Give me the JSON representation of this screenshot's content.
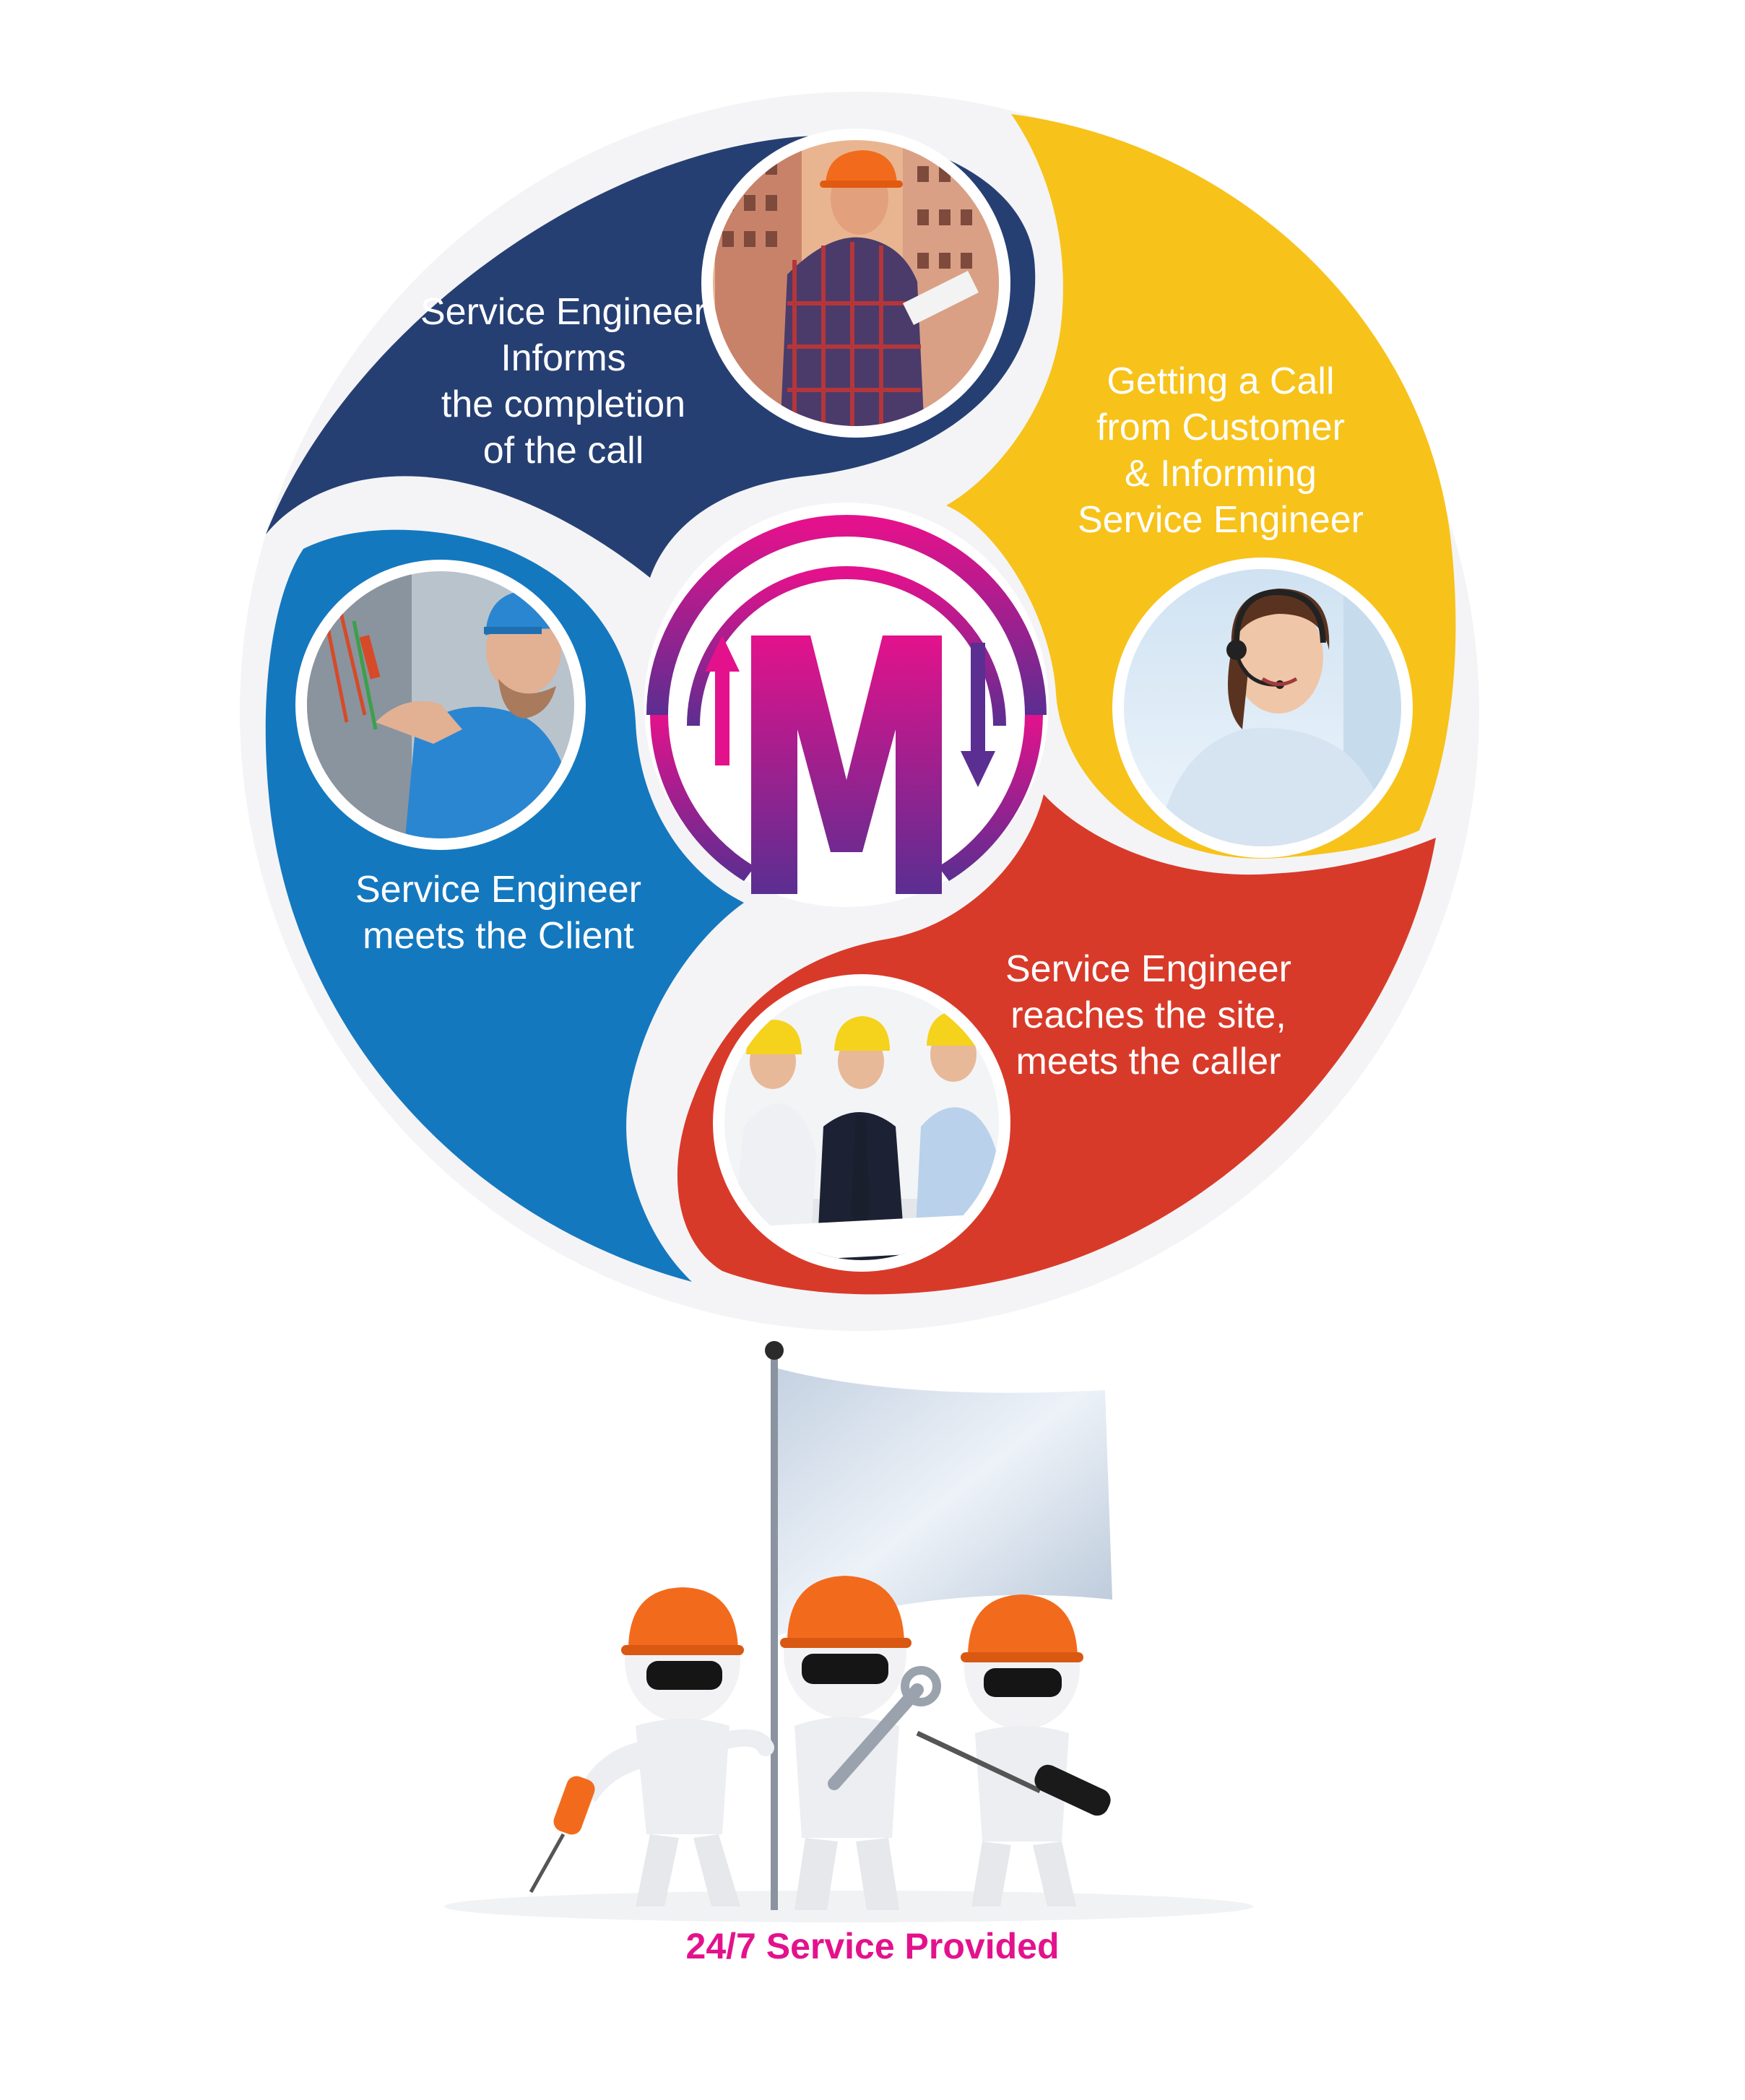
{
  "diagram": {
    "steps": [
      {
        "id": "step-1",
        "lines": [
          "Getting a Call",
          "from Customer",
          "& Informing",
          "Service Engineer"
        ]
      },
      {
        "id": "step-2",
        "lines": [
          "Service Engineer",
          "reaches the site,",
          "meets the caller"
        ]
      },
      {
        "id": "step-3",
        "lines": [
          "Service Engineer",
          "meets the Client"
        ]
      },
      {
        "id": "step-4",
        "lines": [
          "Service Engineer",
          "Informs",
          "the completion",
          "of the call"
        ]
      }
    ],
    "center_logo_letter": "M"
  },
  "footer": {
    "text": "24/7 Service Provided"
  },
  "colors": {
    "navy": "#263f73",
    "yellow": "#f7c21a",
    "red": "#d83a2a",
    "blue": "#1478bf",
    "magenta": "#e3128c",
    "purple": "#5b2e91",
    "hardhat_orange": "#f26b1d"
  }
}
